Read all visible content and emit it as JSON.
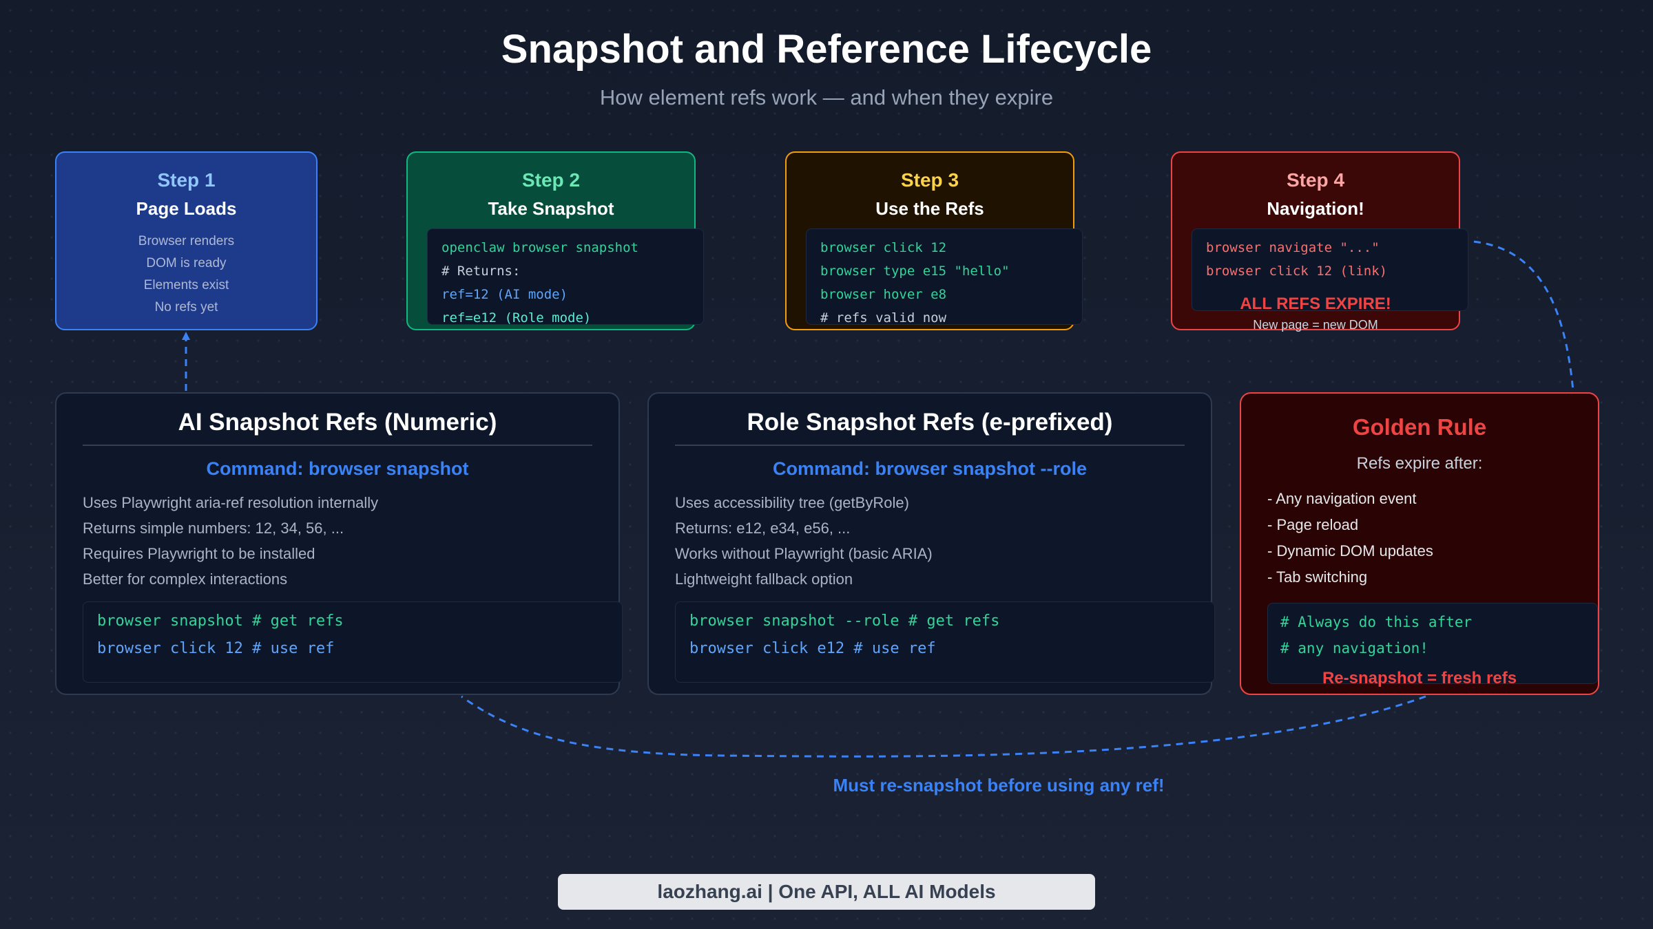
{
  "header": {
    "title": "Snapshot and Reference Lifecycle",
    "subtitle": "How element refs work — and when they expire"
  },
  "steps": [
    {
      "number": "Step 1",
      "title": "Page Loads",
      "lines": [
        "Browser renders",
        "DOM is ready",
        "Elements exist",
        "No refs yet"
      ]
    },
    {
      "number": "Step 2",
      "title": "Take Snapshot",
      "code": [
        "openclaw browser snapshot",
        "# Returns:",
        "ref=12 (AI mode)",
        "ref=e12 (Role mode)"
      ]
    },
    {
      "number": "Step 3",
      "title": "Use the Refs",
      "code": [
        "browser click 12",
        "browser type e15 \"hello\"",
        "browser hover e8",
        "# refs valid now"
      ]
    },
    {
      "number": "Step 4",
      "title": "Navigation!",
      "code": [
        "browser navigate \"...\"",
        "browser click 12 (link)"
      ],
      "warning": "ALL REFS EXPIRE!",
      "note": "New page = new DOM"
    }
  ],
  "panels": [
    {
      "title": "AI Snapshot Refs (Numeric)",
      "command": "Command: browser snapshot",
      "lines": [
        "Uses Playwright aria-ref resolution internally",
        "Returns simple numbers: 12, 34, 56, ...",
        "Requires Playwright to be installed",
        "Better for complex interactions"
      ],
      "code": [
        "browser snapshot # get refs",
        "browser click 12 # use ref"
      ]
    },
    {
      "title": "Role Snapshot Refs (e-prefixed)",
      "command": "Command: browser snapshot --role",
      "lines": [
        "Uses accessibility tree (getByRole)",
        "Returns: e12, e34, e56, ...",
        "Works without Playwright (basic ARIA)",
        "Lightweight fallback option"
      ],
      "code": [
        "browser snapshot --role # get refs",
        "browser click e12 # use ref"
      ]
    }
  ],
  "golden_rule": {
    "title": "Golden Rule",
    "subtitle": "Refs expire after:",
    "items": [
      "- Any navigation event",
      "- Page reload",
      "- Dynamic DOM updates",
      "- Tab switching"
    ],
    "code": [
      "# Always do this after",
      "# any navigation!"
    ],
    "footer": "Re-snapshot = fresh refs"
  },
  "loop_label": "Must re-snapshot before using any ref!",
  "footer": "laozhang.ai | One API, ALL AI Models",
  "colors": {
    "step1": "#3b82f6",
    "step2": "#10b981",
    "step3": "#f59e0b",
    "step4": "#ef4444",
    "connector": "#3b82f6"
  }
}
